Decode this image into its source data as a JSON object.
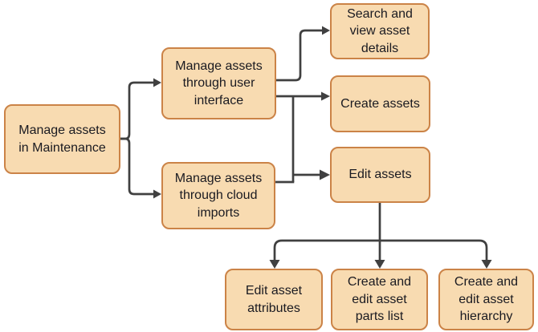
{
  "diagram": {
    "colors": {
      "node_fill": "#F8DBB1",
      "node_border": "#CB8347",
      "node_text": "#1A1A21",
      "connector": "#404040",
      "background": "#FFFFFF"
    },
    "nodes": [
      {
        "id": "root",
        "label": "Manage assets in Maintenance",
        "lines": [
          "Manage assets",
          "in Maintenance"
        ]
      },
      {
        "id": "ui",
        "label": "Manage assets through user interface",
        "lines": [
          "Manage assets",
          "through user",
          "interface"
        ]
      },
      {
        "id": "cloud",
        "label": "Manage assets through cloud imports",
        "lines": [
          "Manage assets",
          "through cloud",
          "imports"
        ]
      },
      {
        "id": "search",
        "label": "Search and view asset details",
        "lines": [
          "Search and",
          "view asset",
          "details"
        ]
      },
      {
        "id": "create",
        "label": "Create assets",
        "lines": [
          "Create assets"
        ]
      },
      {
        "id": "edit",
        "label": "Edit assets",
        "lines": [
          "Edit assets"
        ]
      },
      {
        "id": "attributes",
        "label": "Edit asset attributes",
        "lines": [
          "Edit asset",
          "attributes"
        ]
      },
      {
        "id": "parts",
        "label": "Create and edit asset parts list",
        "lines": [
          "Create and",
          "edit asset",
          "parts list"
        ]
      },
      {
        "id": "hierarchy",
        "label": "Create and edit asset hierarchy",
        "lines": [
          "Create and",
          "edit asset",
          "hierarchy"
        ]
      }
    ],
    "edges": [
      {
        "from": "root",
        "to": "ui"
      },
      {
        "from": "root",
        "to": "cloud"
      },
      {
        "from": "ui",
        "to": "search"
      },
      {
        "from": "ui",
        "to": "create"
      },
      {
        "from": "ui",
        "to": "edit"
      },
      {
        "from": "cloud",
        "to": "edit"
      },
      {
        "from": "edit",
        "to": "attributes"
      },
      {
        "from": "edit",
        "to": "parts"
      },
      {
        "from": "edit",
        "to": "hierarchy"
      }
    ]
  }
}
